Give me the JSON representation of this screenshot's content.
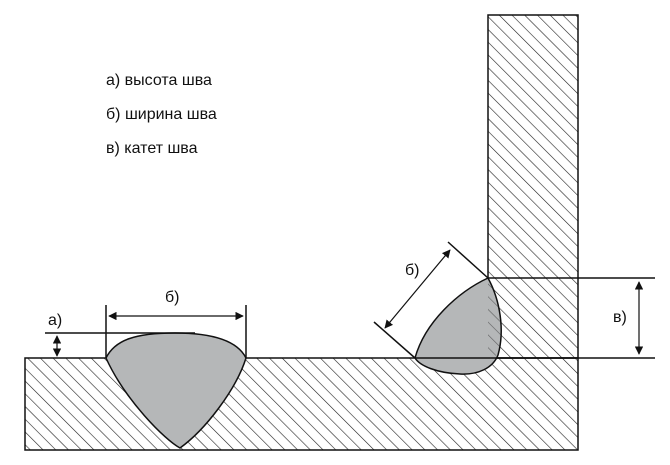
{
  "legend": {
    "items": [
      {
        "label": "а) высота шва"
      },
      {
        "label": "б) ширина шва"
      },
      {
        "label": "в) катет шва"
      }
    ]
  },
  "dimensions": {
    "height_label": "а)",
    "width_label_butt": "б)",
    "width_label_fillet": "б)",
    "leg_label": "в)"
  },
  "colors": {
    "weld_fill": "#b5b7b8",
    "outline": "#111111",
    "hatch": "#222222",
    "background": "#ffffff"
  }
}
